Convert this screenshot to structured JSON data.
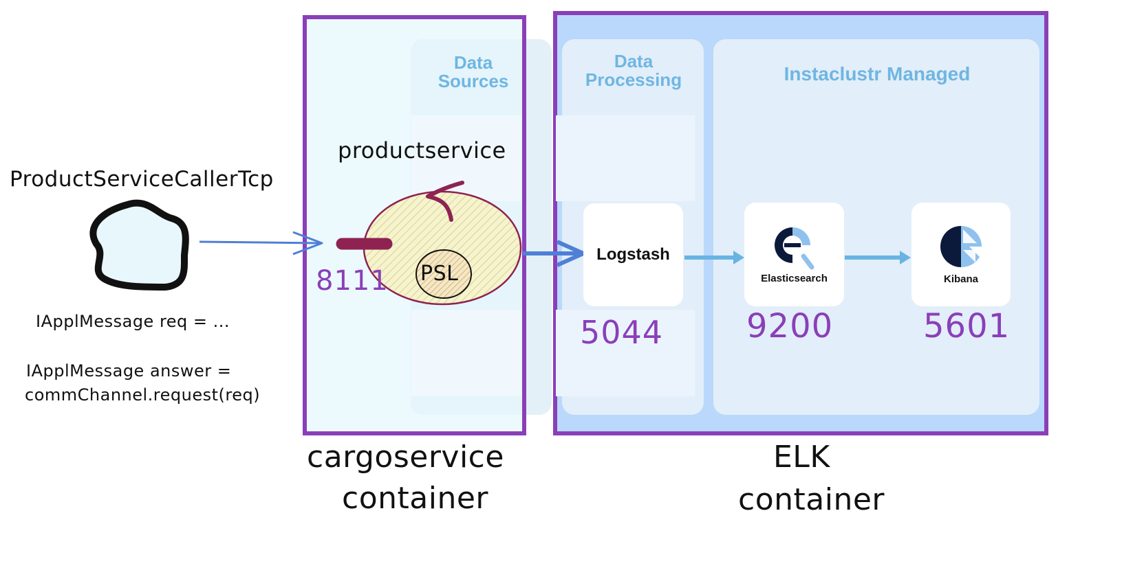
{
  "client": {
    "name": "ProductServiceCallerTcp",
    "code_line_1": "IApplMessage req = ...",
    "code_line_2": "IApplMessage answer =",
    "code_line_3": "commChannel.request(req)"
  },
  "cargo": {
    "service_name": "productservice",
    "port": "8111",
    "psl_label": "PSL",
    "container_label_1": "cargoservice",
    "container_label_2": "container"
  },
  "panels": {
    "data_sources": "Data\nSources",
    "data_processing": "Data\nProcessing",
    "managed": "Instaclustr Managed"
  },
  "elk": {
    "logstash": {
      "label": "Logstash",
      "port": "5044"
    },
    "elasticsearch": {
      "label": "Elasticsearch",
      "port": "9200"
    },
    "kibana": {
      "label": "Kibana",
      "port": "5601"
    },
    "container_label_1": "ELK",
    "container_label_2": "container"
  },
  "colors": {
    "container_border": "#8a3fb8",
    "elk_fill": "#b9d8fb",
    "cargo_fill": "#eaf8fc",
    "panel_fill": "#e2eef9",
    "panel_title": "#6fb6e2",
    "port_text": "#8a3fb8",
    "arrow_blue": "#4f7fd6",
    "arrow_light": "#69b3e3",
    "maroon": "#8e2352",
    "es_navy": "#0b1a3a"
  }
}
